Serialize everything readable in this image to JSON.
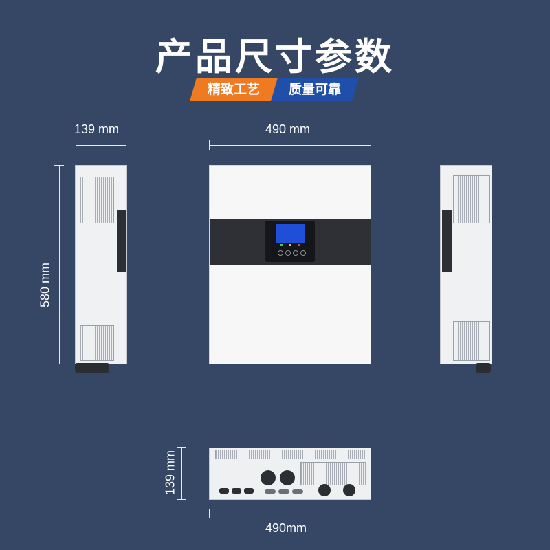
{
  "page": {
    "title": "产品尺寸参数",
    "tags": [
      "精致工艺",
      "质量可靠"
    ]
  },
  "dimensions": {
    "side_width": "139 mm",
    "front_width": "490 mm",
    "height": "580 mm",
    "bottom_depth": "139 mm",
    "bottom_width": "490mm"
  },
  "colors": {
    "background": "#364766",
    "tag_orange": "#f07a22",
    "tag_blue": "#1f4fa8",
    "screen_blue": "#1f4fd8"
  }
}
